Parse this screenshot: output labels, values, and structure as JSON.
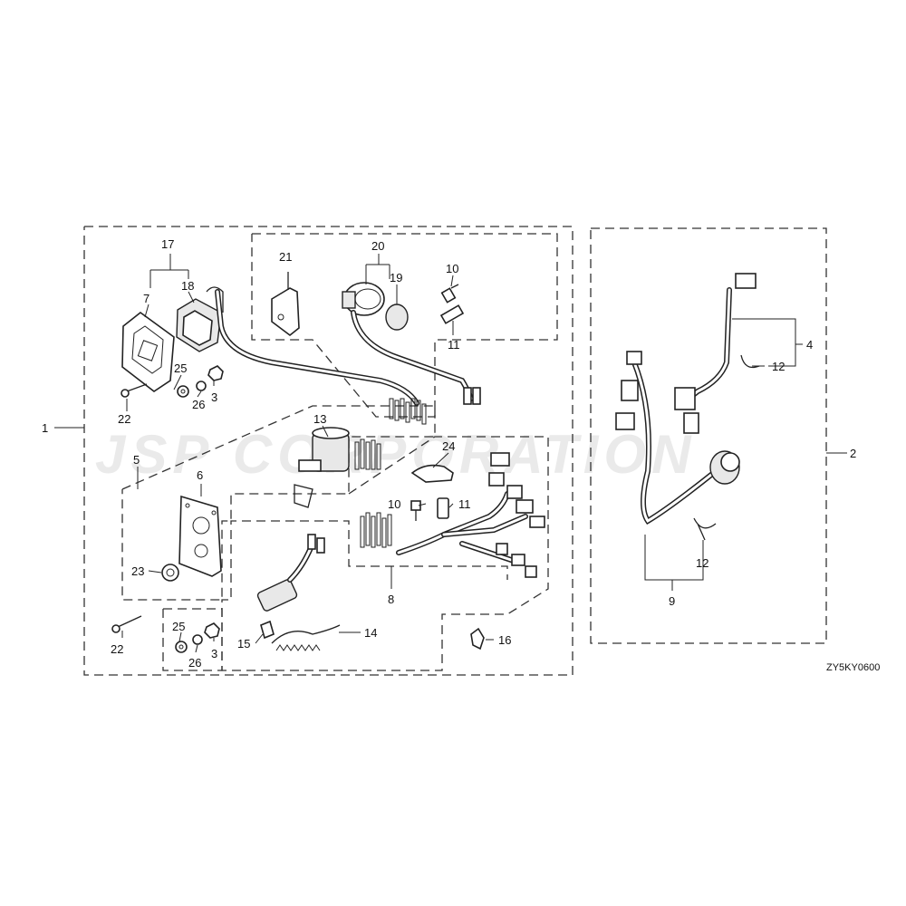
{
  "watermark": "JSP CORPORATION",
  "drawing_code": "ZY5KY0600",
  "callouts": {
    "c1": "1",
    "c2": "2",
    "c3a": "3",
    "c3b": "3",
    "c4": "4",
    "c5": "5",
    "c6": "6",
    "c7": "7",
    "c8": "8",
    "c9": "9",
    "c10a": "10",
    "c10b": "10",
    "c11a": "11",
    "c11b": "11",
    "c12a": "12",
    "c12b": "12",
    "c13": "13",
    "c14": "14",
    "c15": "15",
    "c16": "16",
    "c17": "17",
    "c18": "18",
    "c19": "19",
    "c20": "20",
    "c21": "21",
    "c22a": "22",
    "c22b": "22",
    "c23": "23",
    "c24": "24",
    "c25a": "25",
    "c25b": "25",
    "c26a": "26",
    "c26b": "26"
  },
  "colors": {
    "line": "#222222",
    "watermark": "#d9d9d9"
  }
}
